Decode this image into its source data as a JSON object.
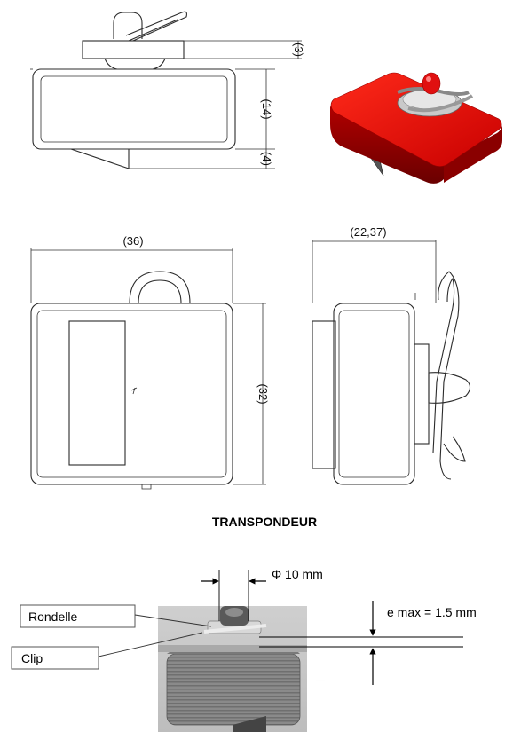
{
  "dimensions": {
    "top_thickness": "(3)",
    "top_height": "(14)",
    "bottom_height": "(4)",
    "front_width": "(36)",
    "side_width": "(22,37)",
    "front_height": "(32)"
  },
  "caption": "TRANSPONDEUR",
  "photo": {
    "diameter": "Φ 10 mm",
    "thickness": "e max = 1.5 mm",
    "label_washer": "Rondelle",
    "label_clip": "Clip"
  },
  "colors": {
    "render_red": "#d40000",
    "drawing_line": "#2b2b2b"
  }
}
